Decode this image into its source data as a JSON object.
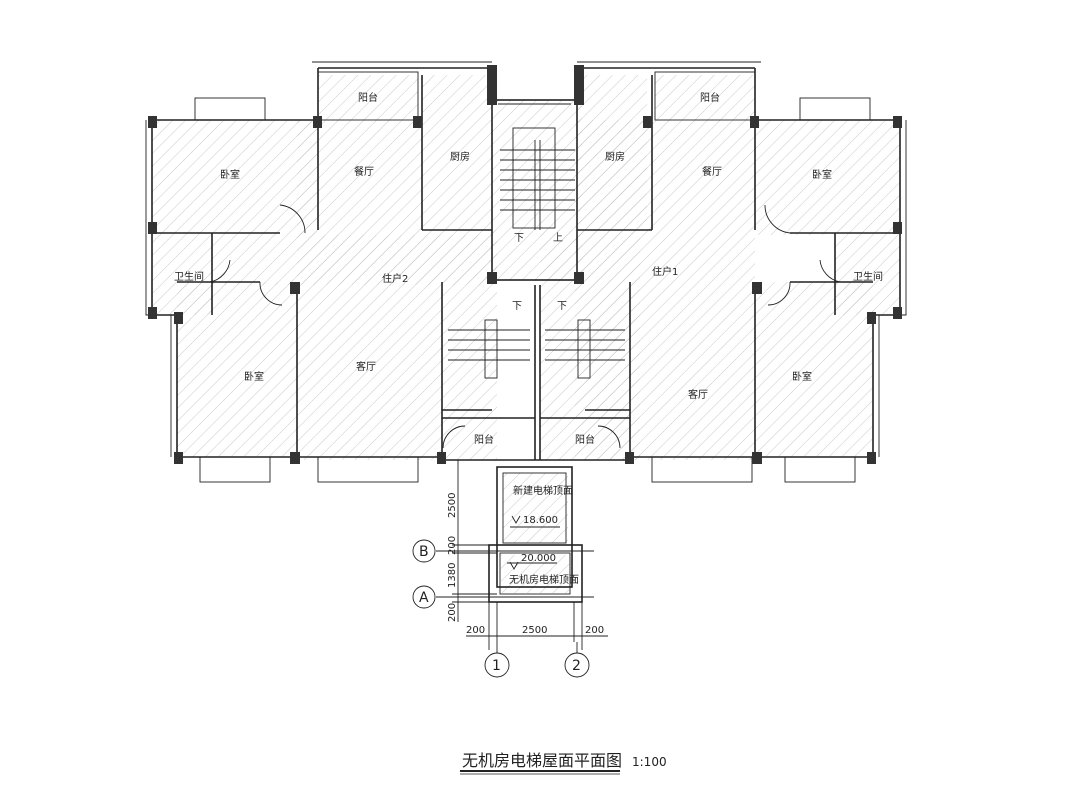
{
  "drawing": {
    "title": "无机房电梯屋面平面图",
    "scale": "1:100"
  },
  "rooms": {
    "balcony_top_left": "阳台",
    "balcony_top_right": "阳台",
    "kitchen_left": "厨房",
    "kitchen_right": "厨房",
    "dining_left": "餐厅",
    "dining_right": "餐厅",
    "bedroom_tl": "卧室",
    "bedroom_tr": "卧室",
    "bath_left": "卫生间",
    "bath_right": "卫生间",
    "unit_left": "住户2",
    "unit_right": "住户1",
    "bedroom_bl": "卧室",
    "bedroom_br": "卧室",
    "living_left": "客厅",
    "living_right": "客厅",
    "balcony_bottom_left": "阳台",
    "balcony_bottom_right": "阳台",
    "stair_down_1": "下",
    "stair_up_1": "上",
    "stair_down_2": "下",
    "stair_down_3": "下"
  },
  "elevator": {
    "new_shaft_roof": "新建电梯顶面",
    "elev_1": "18.600",
    "elev_2": "20.000",
    "mrl_roof": "无机房电梯顶面"
  },
  "dimensions": {
    "v_2500": "2500",
    "v_200a": "200",
    "v_1380": "1380",
    "v_200b": "200",
    "h_200a": "200",
    "h_2500": "2500",
    "h_200b": "200"
  },
  "axes": {
    "b": "B",
    "a": "A",
    "one": "1",
    "two": "2"
  }
}
